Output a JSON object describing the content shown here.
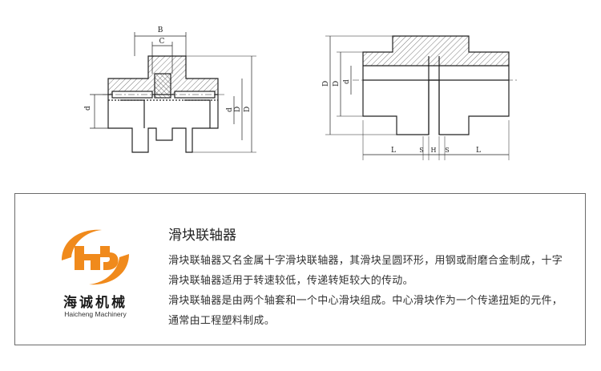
{
  "drawing_left": {
    "dim_B": "B",
    "dim_C": "C",
    "dim_d_left": "d",
    "dim_d_right": "d",
    "dim_D1": "D",
    "dim_D2": "D"
  },
  "drawing_right": {
    "dim_D_a": "D",
    "dim_D_b": "D",
    "dim_d": "d",
    "dim_L_left": "L",
    "dim_S_left": "S",
    "dim_H": "H",
    "dim_S_right": "S",
    "dim_L_right": "L"
  },
  "logo": {
    "brand_cn": "海诚机械",
    "brand_en": "Haicheng Machinery",
    "colors": {
      "orange": "#f08a1c",
      "dark": "#1a1a1a"
    }
  },
  "product": {
    "title": "滑块联轴器",
    "paragraph1": "滑块联轴器又名金属十字滑块联轴器，其滑块呈圆环形，用钢或耐磨合金制成，十字滑块联轴器适用于转速较低，传递转矩较大的传动。",
    "paragraph2": "滑块联轴器是由两个轴套和一个中心滑块组成。中心滑块作为一个传递扭矩的元件，通常由工程塑料制成。"
  }
}
